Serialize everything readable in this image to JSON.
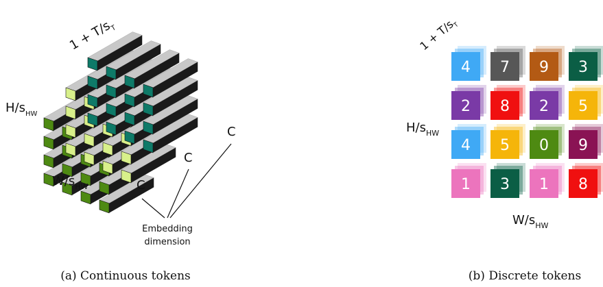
{
  "left_panel": {
    "label_time": "1 + T/s",
    "label_time_sub": "T",
    "label_height": "H/s",
    "label_height_sub": "HW",
    "label_width": "W/s",
    "label_width_sub": "HW",
    "channel_label": "C",
    "embedding_label_line1": "Embedding",
    "embedding_label_line2": "dimension",
    "caption": "(a) Continuous tokens"
  },
  "right_panel": {
    "label_time": "1 + T/s",
    "label_time_sub": "T",
    "label_height": "H/s",
    "label_height_sub": "HW",
    "label_width": "W/s",
    "label_width_sub": "HW",
    "caption": "(b) Discrete tokens",
    "grid": [
      [
        {
          "v": "4",
          "c": "#3fa9f5"
        },
        {
          "v": "7",
          "c": "#575757"
        },
        {
          "v": "9",
          "c": "#b35a14"
        },
        {
          "v": "3",
          "c": "#0b5e45"
        }
      ],
      [
        {
          "v": "2",
          "c": "#7a3aa6"
        },
        {
          "v": "8",
          "c": "#f01010"
        },
        {
          "v": "2",
          "c": "#7a3aa6"
        },
        {
          "v": "5",
          "c": "#f5b50a"
        }
      ],
      [
        {
          "v": "4",
          "c": "#3fa9f5"
        },
        {
          "v": "5",
          "c": "#f5b50a"
        },
        {
          "v": "0",
          "c": "#4e8a12"
        },
        {
          "v": "9",
          "c": "#8a1354"
        }
      ],
      [
        {
          "v": "1",
          "c": "#ec74bd"
        },
        {
          "v": "3",
          "c": "#0b5e45"
        },
        {
          "v": "1",
          "c": "#ec74bd"
        },
        {
          "v": "8",
          "c": "#f01010"
        }
      ]
    ]
  },
  "colors": {
    "bar_top": "#c8c8c8",
    "bar_side": "#1a1a1a",
    "front_teal": "#0e7a68",
    "front_lime": "#d8f08a",
    "front_green": "#4e8a12"
  }
}
